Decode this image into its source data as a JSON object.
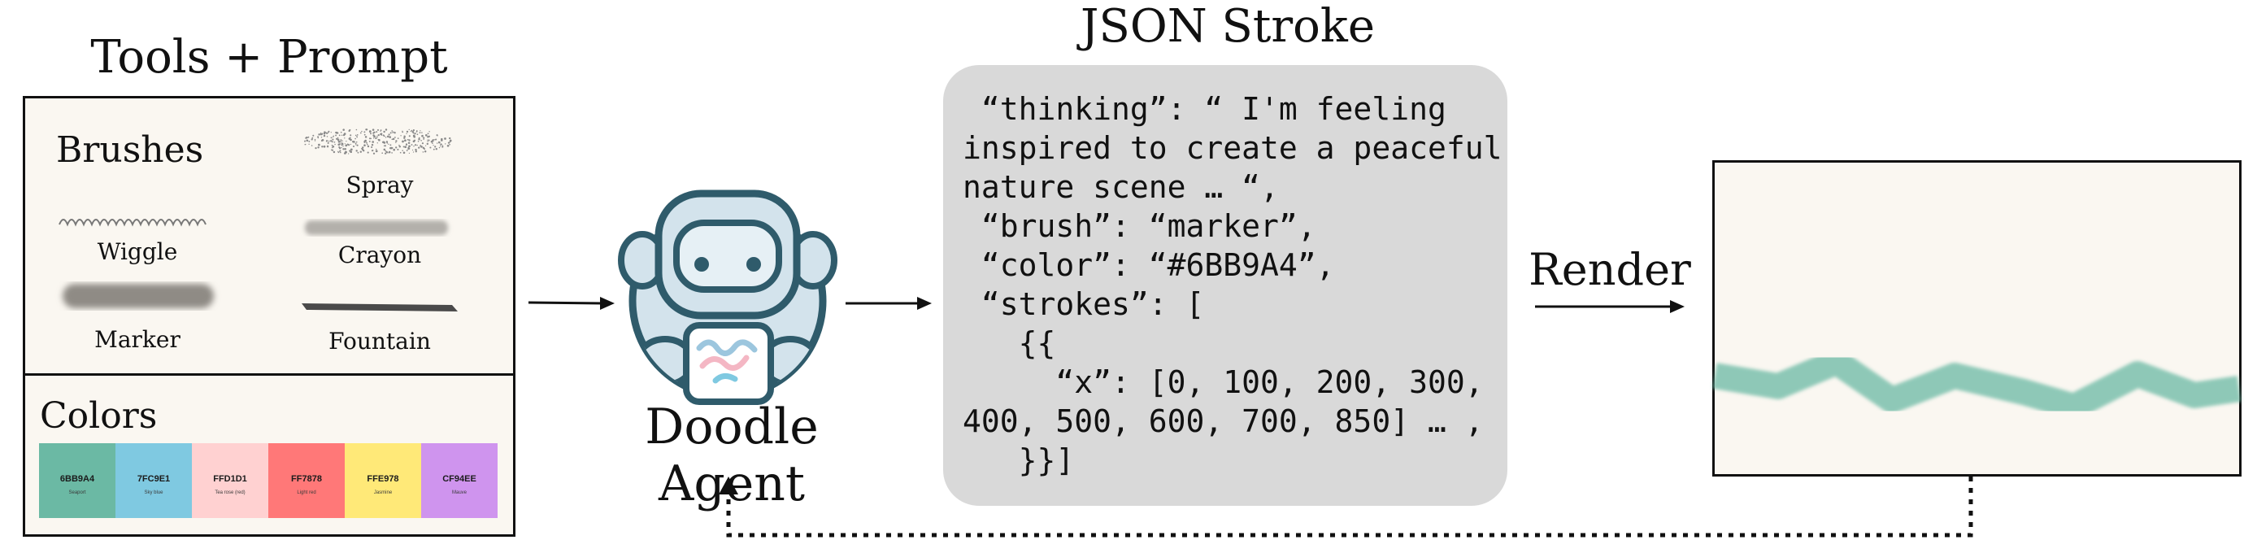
{
  "tools": {
    "title": "Tools + Prompt",
    "brushes_heading": "Brushes",
    "brushes": [
      {
        "name": "Spray",
        "icon": "spray-brush-icon"
      },
      {
        "name": "Wiggle",
        "icon": "wiggle-brush-icon"
      },
      {
        "name": "Crayon",
        "icon": "crayon-brush-icon"
      },
      {
        "name": "Marker",
        "icon": "marker-brush-icon"
      },
      {
        "name": "Fountain",
        "icon": "fountain-brush-icon"
      }
    ],
    "colors_heading": "Colors",
    "colors": [
      {
        "hex": "6BB9A4",
        "name": "Seaport",
        "color": "#6BB9A4"
      },
      {
        "hex": "7FC9E1",
        "name": "Sky blue",
        "color": "#7FC9E1"
      },
      {
        "hex": "FFD1D1",
        "name": "Tea rose (red)",
        "color": "#FFD1D1"
      },
      {
        "hex": "FF7878",
        "name": "Light red",
        "color": "#FF7878"
      },
      {
        "hex": "FFE978",
        "name": "Jasmine",
        "color": "#FFE978"
      },
      {
        "hex": "CF94EE",
        "name": "Mauve",
        "color": "#CF94EE"
      }
    ]
  },
  "agent": {
    "label": "Doodle Agent",
    "icon": "robot-agent-icon"
  },
  "json_stroke": {
    "title": "JSON Stroke",
    "text": " “thinking”: “ I'm feeling\ninspired to create a peaceful\nnature scene … “,\n “brush”: “marker”,\n “color”: “#6BB9A4”,\n “strokes”: [\n   {{\n     “x”: [0, 100, 200, 300,\n400, 500, 600, 700, 850] … ,\n   }}]"
  },
  "render": {
    "label": "Render",
    "stroke_color": "#6BB9A4"
  },
  "colors": {
    "panel_bg": "#FAF7F1",
    "json_bg": "#D9D9D9",
    "robot_outline": "#2F5B6B",
    "robot_fill": "#D3E3EC"
  }
}
